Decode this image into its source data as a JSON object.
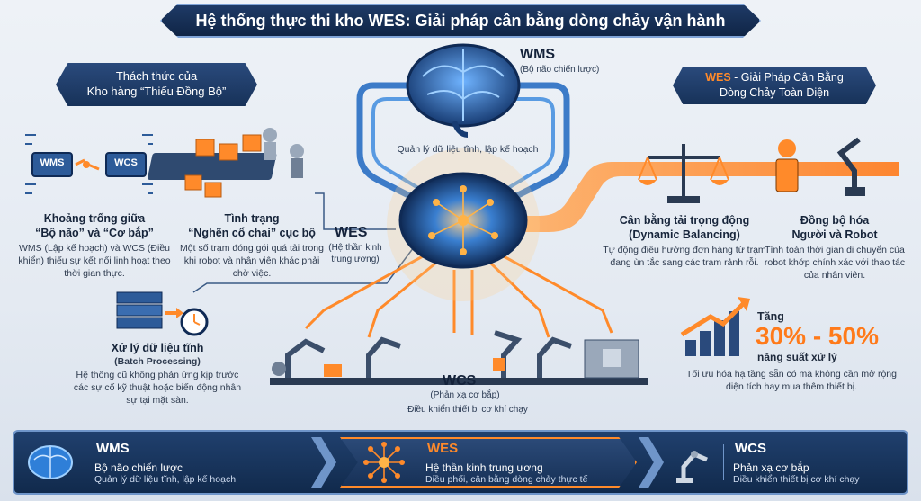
{
  "header": {
    "title": "Hệ thống thực thi kho WES: Giải pháp cân bằng dòng chảy vận hành"
  },
  "challenge": {
    "banner_line1": "Thách thức của",
    "banner_line2": "Kho hàng “Thiếu Đồng Bộ”",
    "gap": {
      "wms_box": "WMS",
      "wcs_box": "WCS",
      "title_line1": "Khoảng trống giữa",
      "title_line2": "“Bộ não” và “Cơ bắp”",
      "desc": "WMS (Lập kế hoạch) và WCS (Điều khiển) thiếu sự kết nối linh hoạt theo thời gian thực."
    },
    "bottleneck": {
      "title_line1": "Tình trạng",
      "title_line2": "“Nghẽn cổ chai” cục bộ",
      "desc": "Một số trạm đóng gói quá tải trong khi robot và nhân viên khác phải chờ việc."
    },
    "batch": {
      "title": "Xử lý dữ liệu tĩnh",
      "subtitle": "(Batch Processing)",
      "desc": "Hệ thống cũ không phản ứng kịp trước các sự cố kỹ thuật hoặc biến động nhân sự tại mặt sàn."
    }
  },
  "center": {
    "wms_label": "WMS",
    "wms_sub": "(Bộ não chiến lược)",
    "wms_desc": "Quản lý dữ liệu tĩnh, lập kế hoạch",
    "wes_label": "WES",
    "wes_sub_line1": "(Hệ thần kinh",
    "wes_sub_line2": "trung ương)",
    "wcs_label": "WCS",
    "wcs_sub": "(Phản xạ cơ bắp)",
    "wcs_desc": "Điều khiển thiết bị cơ khí chạy"
  },
  "solution": {
    "banner_accent": "WES",
    "banner_line1_rest": " - Giải Pháp Cân Bằng",
    "banner_line2": "Dòng Chảy Toàn Diện",
    "balancing": {
      "title_line1": "Cân bằng tải trọng động",
      "title_line2": "(Dynamic Balancing)",
      "desc": "Tự động điều hướng đơn hàng từ trạm đang ùn tắc sang các trạm rảnh rỗi."
    },
    "sync": {
      "title_line1": "Đồng bộ hóa",
      "title_line2": "Người và Robot",
      "desc": "Tính toán thời gian di chuyển của robot khớp chính xác với thao tác của nhân viên."
    },
    "growth": {
      "label_top": "Tăng",
      "value": "30% - 50%",
      "label_bottom": "năng suất xử lý",
      "desc": "Tối ưu hóa hạ tầng sẵn có mà không cần mở rộng diện tích hay mua thêm thiết bị."
    }
  },
  "summary": [
    {
      "name": "WMS",
      "line1": "Bộ não chiến lược",
      "line2": "Quản lý dữ liệu tĩnh, lập kế hoạch"
    },
    {
      "name": "WES",
      "line1": "Hệ thần kinh trung ương",
      "line2": "Điều phối, cân bằng dòng chảy thực tế"
    },
    {
      "name": "WCS",
      "line1": "Phản xạ cơ bắp",
      "line2": "Điều khiển thiết bị cơ khí chạy"
    }
  ],
  "colors": {
    "navy": "#173259",
    "accent": "#ff8a2a",
    "blue": "#2f7fd8"
  }
}
